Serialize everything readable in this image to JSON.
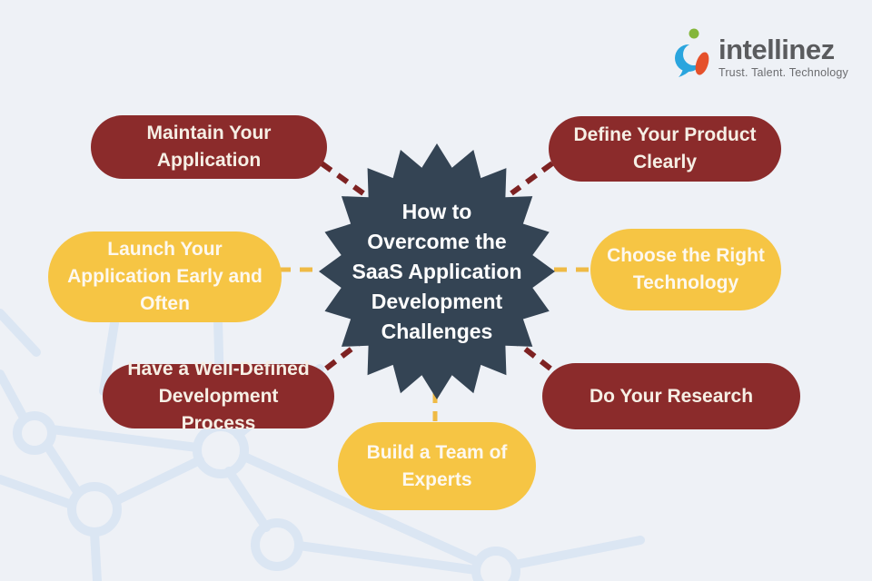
{
  "page": {
    "background_color": "#eef1f6",
    "pattern_color": "#dbe6f3"
  },
  "logo": {
    "name": "intellinez",
    "tagline": "Trust. Talent. Technology",
    "icon": "intellinez-i-icon",
    "text_color": "#5a5b5e",
    "icon_colors": {
      "blue": "#2aa5de",
      "orange": "#e5512b",
      "green": "#84b63a"
    }
  },
  "center": {
    "shape": "starburst-seal",
    "color": "#344454",
    "text_color": "#ffffff",
    "lines": [
      "How to",
      "Overcome the",
      "SaaS Application",
      "Development",
      "Challenges"
    ]
  },
  "colors": {
    "maroon": "#8b2b2b",
    "yellow": "#f6c544",
    "maroon_connector": "#7e2222",
    "yellow_connector": "#efba45"
  },
  "nodes": [
    {
      "label": "Maintain Your Application",
      "color": "maroon",
      "position": "top-left"
    },
    {
      "label": "Define Your Product Clearly",
      "color": "maroon",
      "position": "top-right"
    },
    {
      "label": "Launch Your Application Early and Often",
      "color": "yellow",
      "position": "middle-left"
    },
    {
      "label": "Choose the Right Technology",
      "color": "yellow",
      "position": "middle-right"
    },
    {
      "label": "Have a Well-Defined Development Process",
      "color": "maroon",
      "position": "bottom-left"
    },
    {
      "label": "Do Your Research",
      "color": "maroon",
      "position": "bottom-right"
    },
    {
      "label": "Build a Team of Experts",
      "color": "yellow",
      "position": "bottom-center"
    }
  ],
  "connectors": [
    {
      "from": "center",
      "to": "Maintain Your Application",
      "style": "dashed",
      "color": "maroon"
    },
    {
      "from": "center",
      "to": "Define Your Product Clearly",
      "style": "dashed",
      "color": "maroon"
    },
    {
      "from": "center",
      "to": "Launch Your Application Early and Often",
      "style": "dashed",
      "color": "yellow"
    },
    {
      "from": "center",
      "to": "Choose the Right Technology",
      "style": "dashed",
      "color": "yellow"
    },
    {
      "from": "center",
      "to": "Have a Well-Defined Development Process",
      "style": "dashed",
      "color": "maroon"
    },
    {
      "from": "center",
      "to": "Do Your Research",
      "style": "dashed",
      "color": "maroon"
    },
    {
      "from": "center",
      "to": "Build a Team of Experts",
      "style": "dashed",
      "color": "yellow"
    }
  ]
}
